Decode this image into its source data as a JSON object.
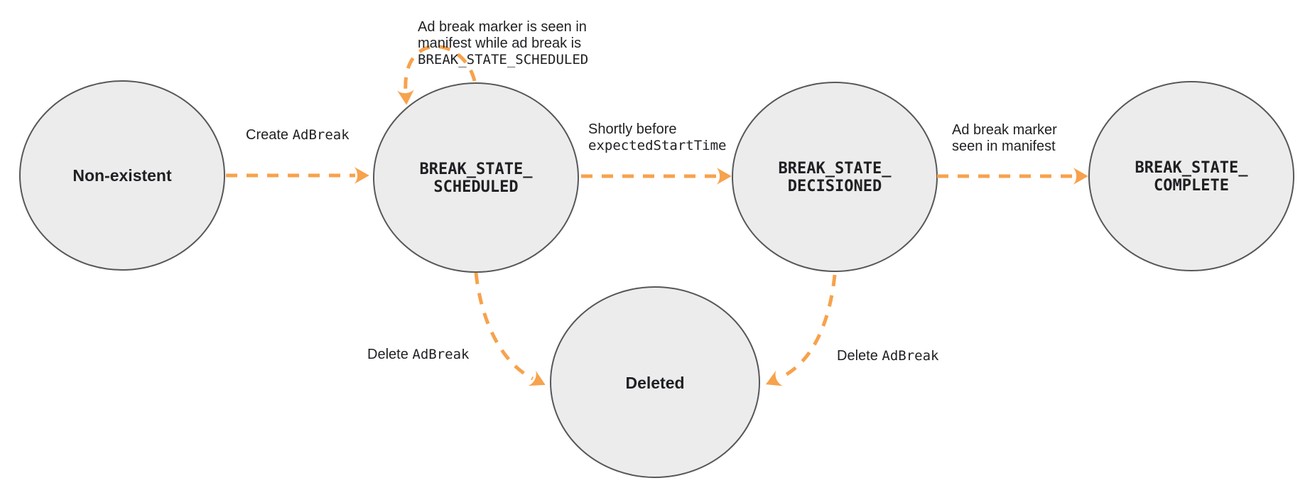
{
  "colors": {
    "node_fill": "#ececec",
    "node_stroke": "#56575a",
    "arrow_color": "#f7a24c",
    "text_color": "#1f2023"
  },
  "nodes": {
    "non_existent": {
      "label": "Non-existent"
    },
    "scheduled": {
      "line1": "BREAK_STATE_",
      "line2": "SCHEDULED"
    },
    "decisioned": {
      "line1": "BREAK_STATE_",
      "line2": "DECISIONED"
    },
    "complete": {
      "line1": "BREAK_STATE_",
      "line2": "COMPLETE"
    },
    "deleted": {
      "label": "Deleted"
    }
  },
  "edge_labels": {
    "create": {
      "plain": "Create ",
      "code": "AdBreak"
    },
    "self_loop": {
      "line1": "Ad break marker is seen in",
      "line2": "manifest while ad break is",
      "line3": "BREAK_STATE_SCHEDULED"
    },
    "shortly": {
      "line1": "Shortly before",
      "line2": "expectedStartTime"
    },
    "marker_seen": {
      "line1": "Ad break marker",
      "line2": "seen in manifest"
    },
    "delete_left": {
      "plain": "Delete ",
      "code": "AdBreak"
    },
    "delete_right": {
      "plain": "Delete ",
      "code": "AdBreak"
    }
  }
}
